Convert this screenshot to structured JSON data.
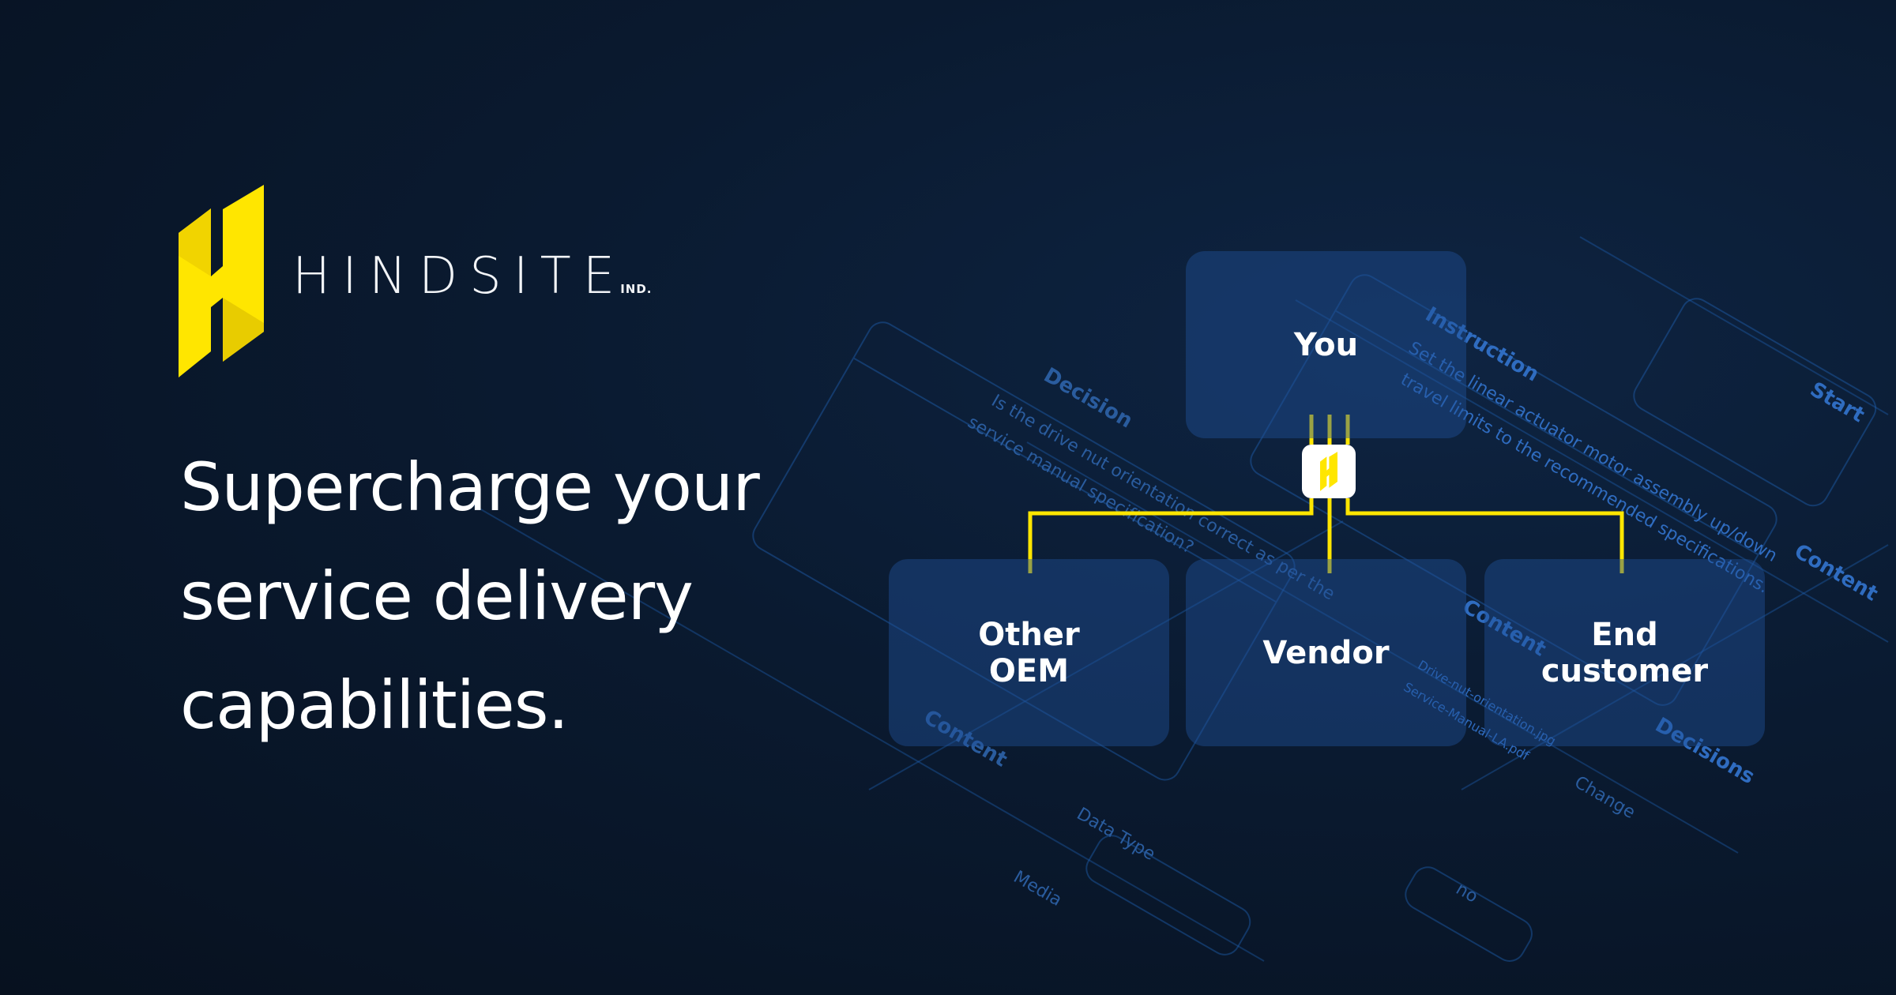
{
  "brand": {
    "name": "HINDSITE",
    "suffix": "IND.",
    "accent": "#ffe600"
  },
  "headline": {
    "line1": "Supercharge your",
    "line2": "service delivery",
    "line3": "capabilities."
  },
  "diagram": {
    "top": "You",
    "children": [
      {
        "line1": "Other",
        "line2": "OEM"
      },
      {
        "line1": "Vendor",
        "line2": ""
      },
      {
        "line1": "End",
        "line2": "customer"
      }
    ],
    "hub_icon": "hindsite-logo-icon",
    "node_color": "#1b4a85",
    "line_color": "#ffe600"
  },
  "background_flow": {
    "decision_title": "Decision",
    "decision_text1": "Is the drive nut orientation correct as per the",
    "decision_text2": "service manual specification?",
    "instruction_title": "Instruction",
    "instruction_text1": "Set the linear actuator motor assembly up/down",
    "instruction_text2": "travel limits to the recommended specifications.",
    "start": "Start",
    "content1": "Content",
    "content2": "Content",
    "content3": "Content",
    "file1": "Drive-nut-orientation.jpg",
    "file2": "Service-Manual-LA.pdf",
    "decisions": "Decisions",
    "change": "Change",
    "data_type": "Data Type",
    "media": "Media",
    "no": "no"
  }
}
